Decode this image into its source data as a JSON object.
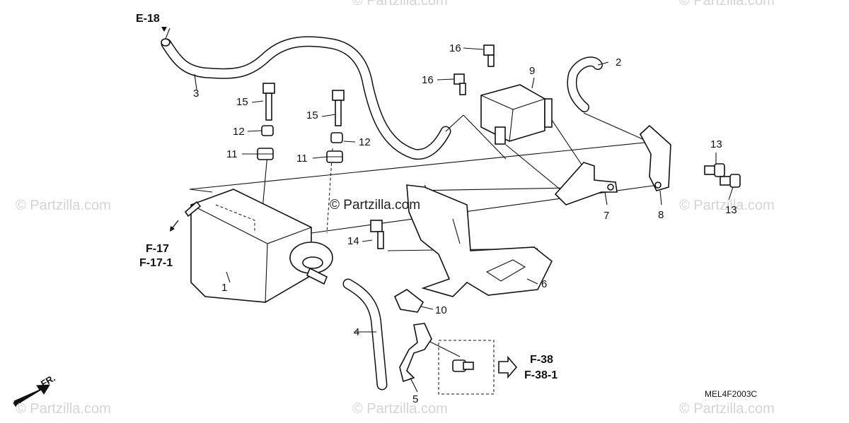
{
  "watermarks": {
    "brand": "© Partzilla.com",
    "center": "© Partzilla.com"
  },
  "diagram_code": "MEL4F2003C",
  "front_indicator": "FR.",
  "references": {
    "e18": "E-18",
    "f17": "F-17",
    "f17_1": "F-17-1",
    "f38": "F-38",
    "f38_1": "F-38-1"
  },
  "callouts": {
    "p1": "1",
    "p2": "2",
    "p3": "3",
    "p4": "4",
    "p5": "5",
    "p6": "6",
    "p7": "7",
    "p8": "8",
    "p9": "9",
    "p10": "10",
    "p11a": "11",
    "p11b": "11",
    "p12a": "12",
    "p12b": "12",
    "p13a": "13",
    "p13b": "13",
    "p14": "14",
    "p15a": "15",
    "p15b": "15",
    "p16a": "16",
    "p16b": "16"
  }
}
